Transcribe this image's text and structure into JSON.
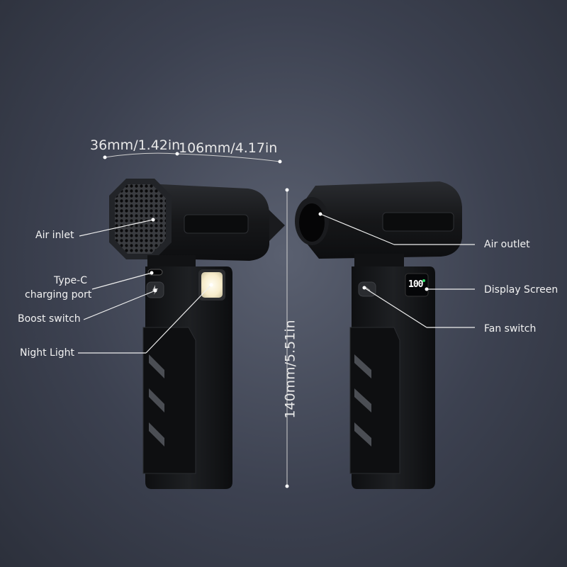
{
  "dimensions": {
    "depth": "36mm/1.42in",
    "width": "106mm/4.17in",
    "height": "140mm/5.51in"
  },
  "labels": {
    "air_inlet": "Air inlet",
    "type_c_line1": "Type-C",
    "type_c_line2": "charging port",
    "boost_switch": "Boost switch",
    "night_light": "Night Light",
    "air_outlet": "Air outlet",
    "display_screen": "Display Screen",
    "fan_switch": "Fan switch"
  },
  "display": {
    "reading": "100"
  },
  "colors": {
    "background": "#3c4150",
    "device_body": "#151618",
    "night_light": "#fff6d6"
  }
}
